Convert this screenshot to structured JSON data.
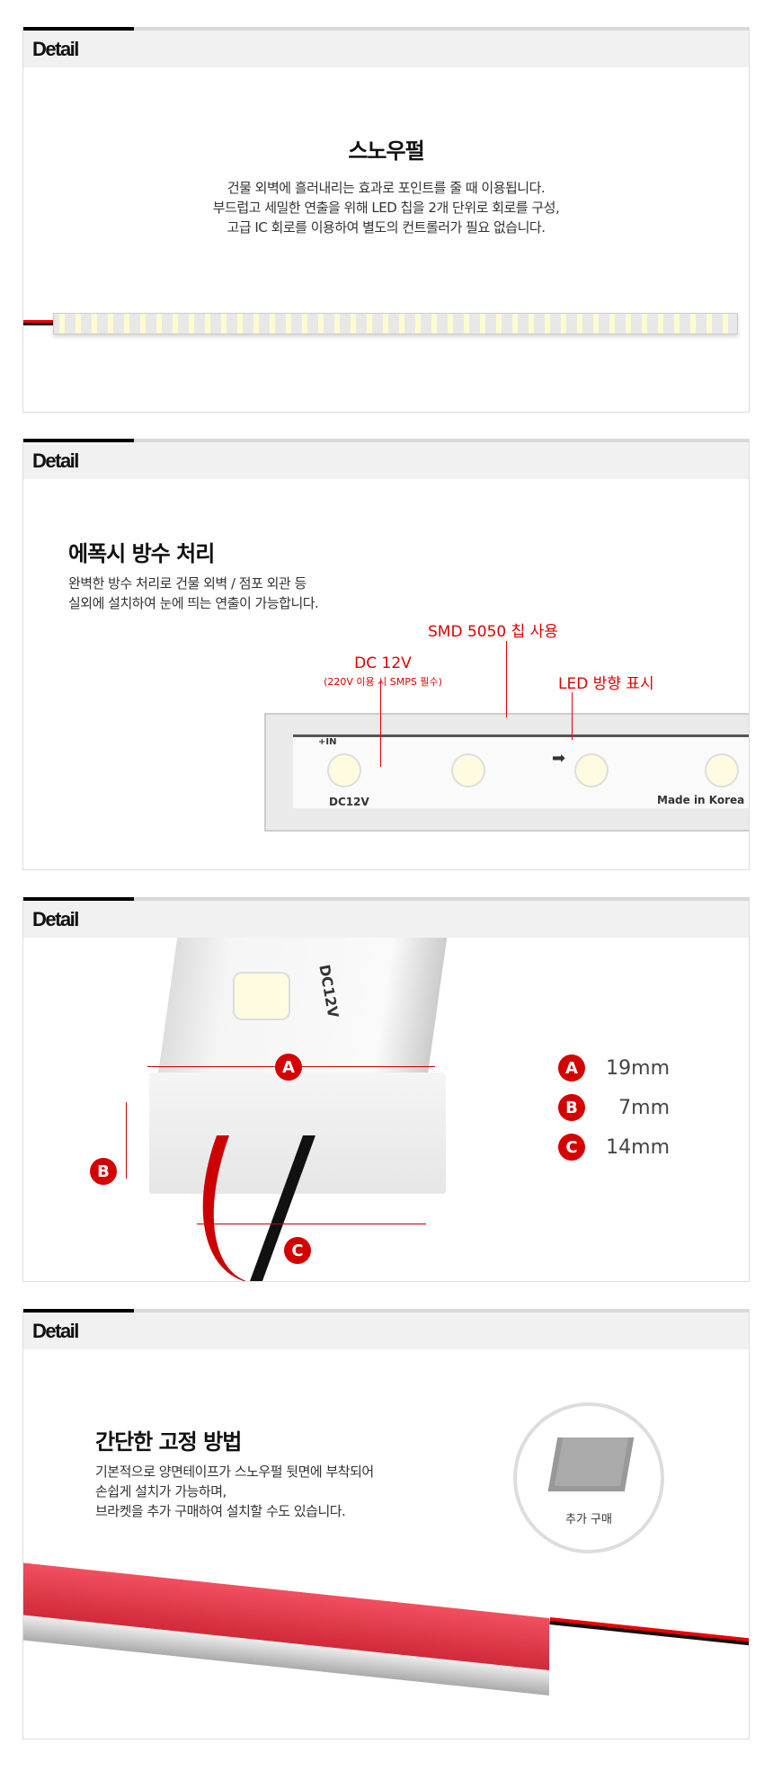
{
  "sections": [
    {
      "header": "Detail",
      "title": "스노우펄",
      "desc": [
        "건물 외벽에 흘러내리는 효과로 포인트를 줄 때 이용됩니다.",
        "부드럽고 세밀한 연출을 위해 LED 칩을 2개 단위로 회로를 구성,",
        "고급 IC 회로를 이용하여 별도의 컨트롤러가 필요 없습니다."
      ]
    },
    {
      "header": "Detail",
      "title": "에폭시 방수 처리",
      "desc": [
        "완벽한 방수 처리로 건물 외벽 / 점포 외관 등",
        "실외에 설치하여 눈에 띄는 연출이 가능합니다."
      ],
      "callouts": {
        "smd": "SMD 5050 칩 사용",
        "dc": "DC 12V",
        "dc_note": "(220V 이용 시 SMPS 필수)",
        "dir": "LED 방향 표시"
      },
      "pcb": {
        "dc": "DC12V",
        "made": "Made in Korea",
        "in": "+IN"
      }
    },
    {
      "header": "Detail",
      "dims": [
        {
          "key": "A",
          "value": "19mm"
        },
        {
          "key": "B",
          "value": "7mm"
        },
        {
          "key": "C",
          "value": "14mm"
        }
      ],
      "pcb_text": "DC12V"
    },
    {
      "header": "Detail",
      "title": "간단한 고정 방법",
      "desc": [
        "기본적으로 양면테이프가 스노우펄 뒷면에 부착되어",
        "손쉽게 설치가 가능하며,",
        "브라켓을 추가 구매하여 설치할 수도 있습니다."
      ],
      "bracket_label": "추가 구매"
    }
  ],
  "colors": {
    "accent": "#e00000"
  }
}
